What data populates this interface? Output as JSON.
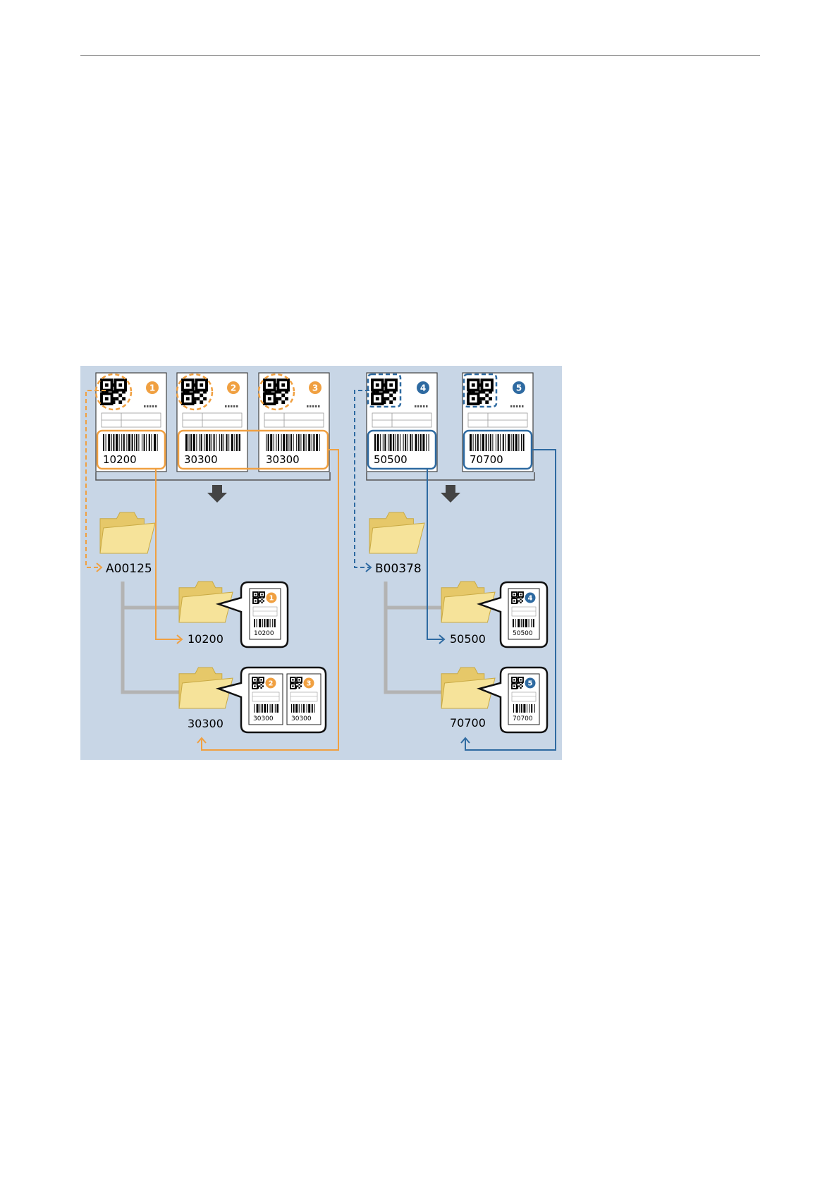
{
  "colors": {
    "background": "#c8d6e6",
    "orange": "#f0a041",
    "blue": "#2e6aa1",
    "tree_gray": "#b3b3b3",
    "folder_fill": "#f6e39a",
    "folder_outline": "#c9aa45"
  },
  "groups": [
    {
      "id": "A",
      "separator_label": "A00125",
      "color_key": "orange",
      "sheets": [
        {
          "number": "1",
          "barcode": "10200"
        },
        {
          "number": "2",
          "barcode": "30300"
        },
        {
          "number": "3",
          "barcode": "30300"
        }
      ],
      "subfolders": [
        {
          "label": "10200",
          "docs": [
            {
              "number": "1",
              "barcode": "10200"
            }
          ]
        },
        {
          "label": "30300",
          "docs": [
            {
              "number": "2",
              "barcode": "30300"
            },
            {
              "number": "3",
              "barcode": "30300"
            }
          ]
        }
      ]
    },
    {
      "id": "B",
      "separator_label": "B00378",
      "color_key": "blue",
      "sheets": [
        {
          "number": "4",
          "barcode": "50500"
        },
        {
          "number": "5",
          "barcode": "70700"
        }
      ],
      "subfolders": [
        {
          "label": "50500",
          "docs": [
            {
              "number": "4",
              "barcode": "50500"
            }
          ]
        },
        {
          "label": "70700",
          "docs": [
            {
              "number": "5",
              "barcode": "70700"
            }
          ]
        }
      ]
    }
  ]
}
